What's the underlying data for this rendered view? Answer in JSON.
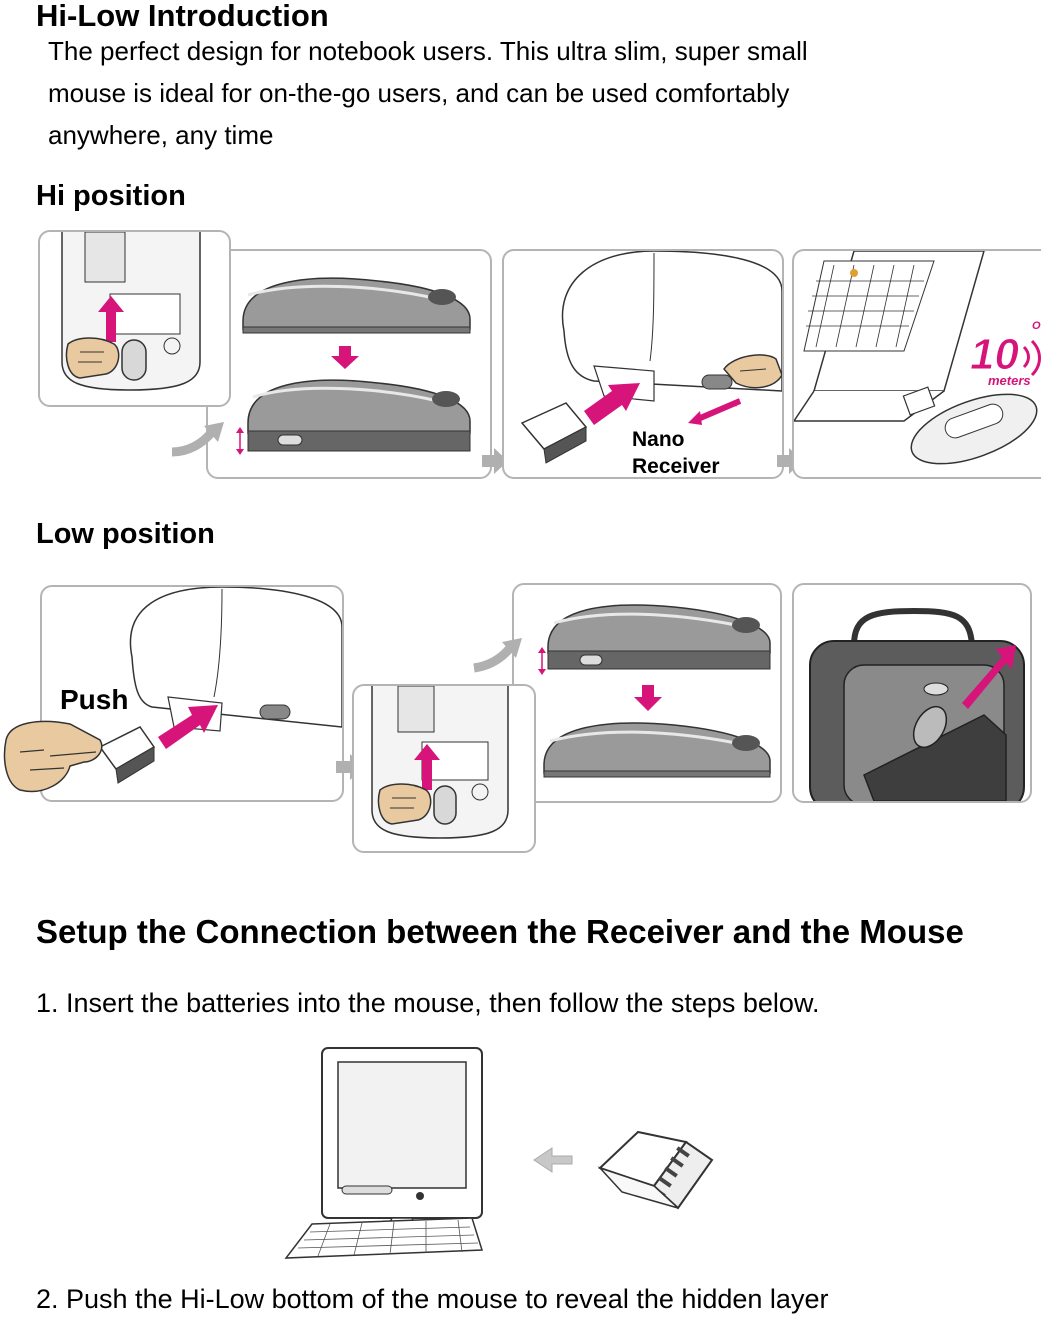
{
  "intro": {
    "title": "Hi-Low Introduction",
    "lines": [
      "The perfect design for notebook users. This ultra slim, super small",
      "mouse is ideal for on-the-go users, and can be used comfortably",
      "anywhere, any time"
    ]
  },
  "hi_position": {
    "heading": "Hi position",
    "nano_label_line1": "Nano",
    "nano_label_line2": "Receiver",
    "range_badge_number": "10",
    "range_badge_top": "Over",
    "range_badge_bottom": "meters"
  },
  "low_position": {
    "heading": "Low position",
    "push_label": "Push"
  },
  "setup": {
    "heading": "Setup the Connection between the Receiver and the Mouse",
    "step1": "1. Insert the batteries into the mouse, then follow the steps below.",
    "step2": "2. Push the Hi-Low bottom of the mouse to reveal the hidden layer"
  },
  "colors": {
    "accent_magenta": "#d6147a",
    "panel_border": "#b4b4b4",
    "arrow_gray": "#b0b0b0",
    "mouse_gray": "#8c8c8c",
    "hand_skin": "#e8c9a0"
  }
}
